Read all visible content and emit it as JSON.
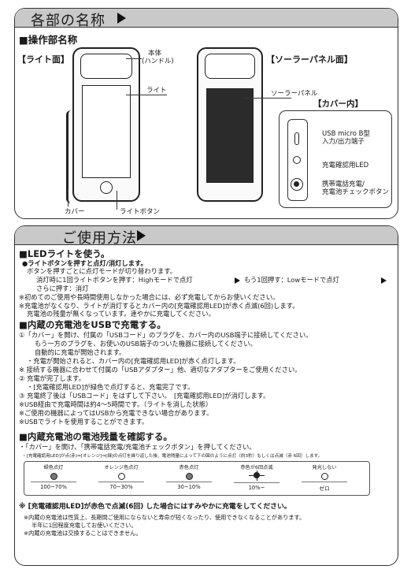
{
  "section1": {
    "title": "各部の名称",
    "subheading": "■操作部名称",
    "light_side": "【ライト面】",
    "solar_side": "【ソーラーパネル面】",
    "cover_inside": "【カバー内】",
    "labels": {
      "body_line1": "本体",
      "body_line2": "(ハンドル)",
      "light": "ライト",
      "cover": "カバー",
      "light_button": "ライトボタン",
      "solar_panel": "ソーラーパネル",
      "usb_line1": "USB micro B型",
      "usb_line2": "入力/出力端子",
      "charge_led": "充電確認用LED",
      "check_line1": "携帯電話充電/",
      "check_line2": "充電池チェックボタン"
    }
  },
  "section2": {
    "title": "ご使用方法",
    "block1": {
      "heading": "■LEDライトを使う。",
      "lines": [
        "●ライトボタンを押すと点灯/消灯します。",
        "ボタンを押すごとに点灯モードが切り替わります。",
        "消灯時に1回ライトボタンを押す：Highモードで点灯",
        "もう1回押す：Lowモードで点灯",
        "さらに押す：消灯",
        "※初めてのご使用や長時間使用しなかった場合には、必ず充電してからお使いください。",
        "※充電池がなくなり、ライトが消灯するとカバー内の[充電確認用LED]が赤く点滅(6回)します。",
        "充電池の残量が無くなっています。速やかに充電してください。"
      ]
    },
    "block2": {
      "heading": "■内蔵の充電池をUSBで充電する。",
      "lines": [
        "①「カバー」を開け、付属の「USBコード」のプラグを、カバー内のUSB端子に接続してください。",
        "もう一方のプラグを、お使いのUSB端子のついた機器に接続してください。",
        "自動的に充電が開始されます。",
        "・充電が開始されると、カバー内の[充電確認用LED]が赤く点灯します。",
        "※ 接続する機器に合わせて付属の「USBアダプター」他、適切なアダプターをご使用ください。",
        "② 充電が完了します。",
        "・[充電確認用LED]が緑色で点灯すると、充電完了です。",
        "③ 充電終了後は「USBコード」をはずして下さい。　[充電確認用LED]が消灯します。",
        "※USB経由で充電時間は約4～5時間です。（ライトを消した状態）",
        "※ご使用の機器によってはUSBから充電できない場合があります。",
        "※USBでライトを使用することができます。"
      ]
    },
    "block3": {
      "heading": "■内蔵充電池の電池残量を確認する。",
      "line1": "・「カバー」を開け、「携帯電話充電/充電池チェックボタン」を押してください。",
      "line2": "・[充電確認用LED]が点(赤)⇒[オレンジ]⇒[緑]の点灯を繰り返した後、電池残量によって下の図のように点灯（約3秒）もしくは点滅（赤 6回）します。",
      "levels": [
        {
          "name": "緑色点灯",
          "pct": "100~70%",
          "color": "#777777"
        },
        {
          "name": "オレンジ色点灯",
          "pct": "70~30%",
          "color": "#ffffff"
        },
        {
          "name": "赤色点灯",
          "pct": "30~10%",
          "color": "#777777"
        },
        {
          "name": "赤色が6回点滅",
          "pct": "10%~",
          "color": "#ffffff"
        },
        {
          "name": "発光しない",
          "pct": "ゼロ",
          "color": "#ffffff"
        }
      ],
      "warning": "※ [充電確認用LED]が赤色で点滅(6回) した場合にはすみやかに充電をしてください。",
      "notes": [
        "※内蔵の充電池は性質上、長期間ご使用にならないと寿命が短くなったり、使用できなくなることがあります。",
        "半年に1回程度充電してお使いください。",
        "※内蔵の充電池は交換することはできません。"
      ]
    }
  }
}
